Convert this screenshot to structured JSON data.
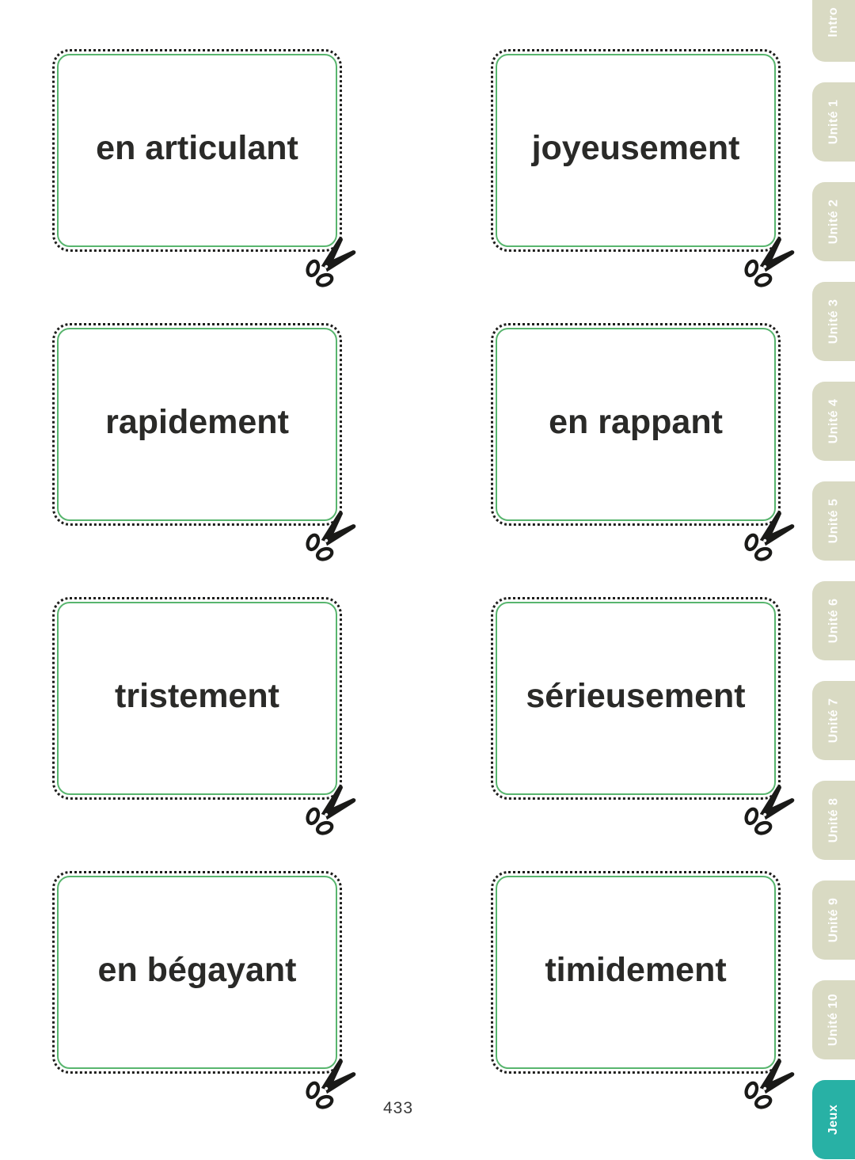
{
  "page": {
    "number": "433"
  },
  "cards": [
    {
      "label": "en articulant"
    },
    {
      "label": "joyeusement"
    },
    {
      "label": "rapidement"
    },
    {
      "label": "en rappant"
    },
    {
      "label": "tristement"
    },
    {
      "label": "sérieusement"
    },
    {
      "label": "en bégayant"
    },
    {
      "label": "timidement"
    }
  ],
  "sidebar": {
    "tabs": [
      {
        "label": "Intro",
        "active": false
      },
      {
        "label": "Unité 1",
        "active": false
      },
      {
        "label": "Unité 2",
        "active": false
      },
      {
        "label": "Unité 3",
        "active": false
      },
      {
        "label": "Unité 4",
        "active": false
      },
      {
        "label": "Unité 5",
        "active": false
      },
      {
        "label": "Unité 6",
        "active": false
      },
      {
        "label": "Unité 7",
        "active": false
      },
      {
        "label": "Unité 8",
        "active": false
      },
      {
        "label": "Unité 9",
        "active": false
      },
      {
        "label": "Unité 10",
        "active": false
      },
      {
        "label": "Jeux",
        "active": true
      }
    ]
  },
  "icons": {
    "scissors": "scissors-icon"
  },
  "colors": {
    "tab_inactive": "#d9dac3",
    "tab_active": "#28b1a5",
    "card_border": "#58b56e",
    "cut_line": "#1e1e1c",
    "card_text": "#2a2a28"
  }
}
